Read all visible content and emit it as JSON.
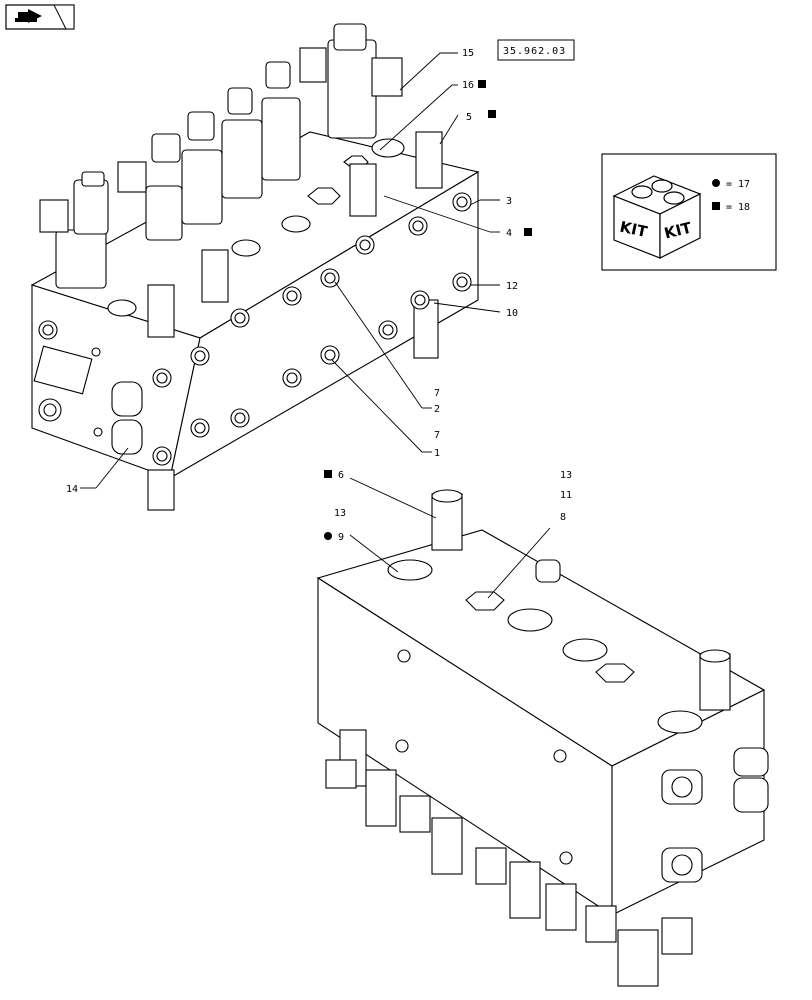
{
  "nav_icon": "back-arrow-icon",
  "reference_box": "35.962.03",
  "callouts": {
    "c15": "15",
    "c16": "16",
    "c5": "5",
    "c3": "3",
    "c4": "4",
    "c12": "12",
    "c10": "10",
    "c7a": "7",
    "c2": "2",
    "c7b": "7",
    "c1": "1",
    "c14": "14",
    "c6": "6",
    "c13a": "13",
    "c11": "11",
    "c8": "8",
    "c13b": "13",
    "c9": "9"
  },
  "legend": {
    "kit_left": "KIT",
    "kit_right": "KIT",
    "circle_entry": "= 17",
    "square_entry": "= 18"
  }
}
